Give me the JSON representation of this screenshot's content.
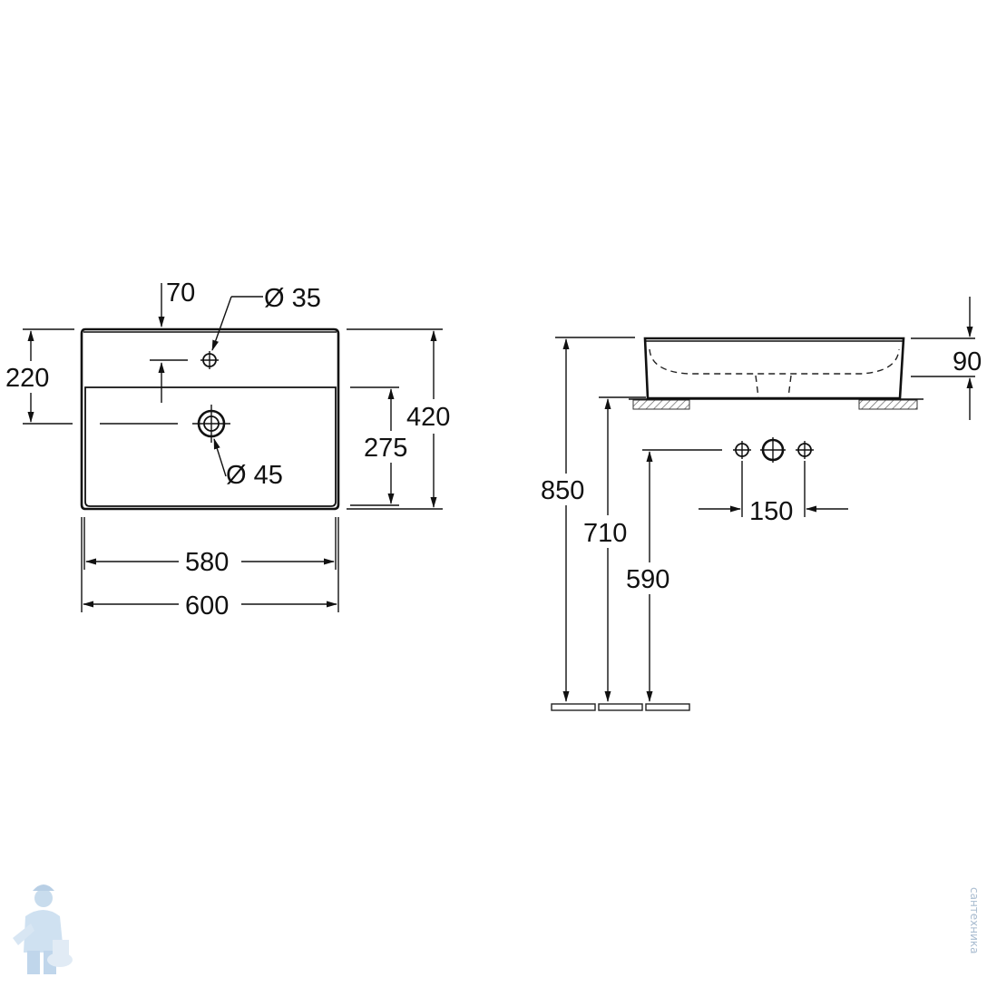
{
  "top_view": {
    "dim_tap_offset": "70",
    "dim_tap_hole": "Ø 35",
    "dim_tap_depth": "220",
    "dim_drain_hole": "Ø 45",
    "dim_drain_depth": "275",
    "dim_total_depth": "420",
    "dim_inner_width": "580",
    "dim_total_width": "600"
  },
  "side_view": {
    "dim_basin_height": "90",
    "dim_rim_height": "850",
    "dim_counter_height": "710",
    "dim_supply_height": "590",
    "dim_supply_spacing": "150"
  },
  "watermark": {
    "brand_text": "сантехника",
    "logo_icon": "plumber-logo-icon"
  }
}
